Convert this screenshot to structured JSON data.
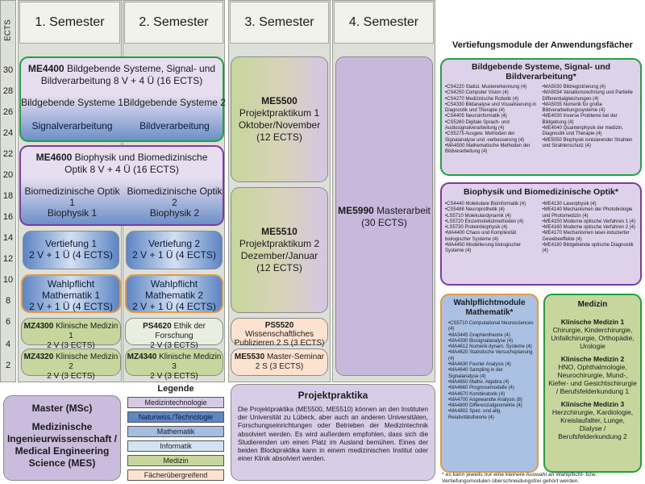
{
  "header": {
    "ects_label": "ECTS",
    "semesters": [
      "1. Semester",
      "2. Semester",
      "3. Semester",
      "4. Semester"
    ]
  },
  "ects_ticks": [
    "30",
    "28",
    "26",
    "24",
    "22",
    "20",
    "18",
    "16",
    "14",
    "12",
    "10",
    "8",
    "6",
    "4",
    "2"
  ],
  "modules": {
    "me4400": {
      "code": "ME4400",
      "title": "Bildgebende Systeme, Signal- und Bildverarbeitung 8 V + 4 Ü (16 ECTS)",
      "sub1_l": "Bildgebende Systeme 1",
      "sub1_r": "Bildgebende Systeme 2",
      "sub2_l": "Signalverarbeitung",
      "sub2_r": "Bildverarbeitung"
    },
    "me4600": {
      "code": "ME4600",
      "title": "Biophysik und Biomedizinische Optik 8 V + 4 Ü (16 ECTS)",
      "sub1_l": "Biomedizinische Optik 1",
      "sub1_r": "Biomedizinische Optik 2",
      "sub2_l": "Biophysik 1",
      "sub2_r": "Biophysik 2"
    },
    "vertiefung1": {
      "title": "Vertiefung 1",
      "detail": "2 V + 1 Ü (4 ECTS)"
    },
    "vertiefung2": {
      "title": "Vertiefung 2",
      "detail": "2 V + 1 Ü (4 ECTS)"
    },
    "wahlpflicht1": {
      "title": "Wahlpflicht Mathematik 1",
      "detail": "2 V + 1 Ü (4 ECTS)"
    },
    "wahlpflicht2": {
      "title": "Wahlpflicht Mathematik 2",
      "detail": "2 V + 1 Ü (4 ECTS)"
    },
    "mz4300": {
      "code": "MZ4300",
      "title": "Klinische Medizin 1",
      "detail": "2 V (3 ECTS)"
    },
    "ps4620": {
      "code": "PS4620",
      "title": "Ethik der Forschung",
      "detail": "2 V (3 ECTS)"
    },
    "mz4320": {
      "code": "MZ4320",
      "title": "Klinische Medizin 2",
      "detail": "2 V (3 ECTS)"
    },
    "mz4340": {
      "code": "MZ4340",
      "title": "Klinische Medizin 3",
      "detail": "2 V (3 ECTS)"
    },
    "me5500": {
      "code": "ME5500",
      "line1": "Projektpraktikum 1",
      "line2": "Oktober/November",
      "line3": "(12 ECTS)"
    },
    "me5510": {
      "code": "ME5510",
      "line1": "Projektpraktikum 2",
      "line2": "Dezember/Januar",
      "line3": "(12 ECTS)"
    },
    "ps5520": {
      "code": "PS5520",
      "title": "Wissenschaftliches Publizieren",
      "detail": "2 S (3 ECTS)"
    },
    "me5530": {
      "code": "ME5530",
      "title": "Master-Seminar",
      "detail": "2 S (3 ECTS)"
    },
    "me5990": {
      "code": "ME5990",
      "title": "Masterarbeit",
      "detail": "(30 ECTS)"
    }
  },
  "master": {
    "title": "Master (MSc)",
    "line1": "Medizinische",
    "line2": "Ingenieurwissenschaft /",
    "line3": "Medical Engineering",
    "line4": "Science (MES)"
  },
  "legend": {
    "title": "Legende",
    "items": [
      "Medizintechnologie",
      "Naturwiss./Technologie",
      "Mathematik",
      "Informatik",
      "Medizin",
      "Fächerübergreifend"
    ]
  },
  "projekt": {
    "title": "Projektpraktika",
    "text": "Die Projektpraktika (ME5500, ME5510) können an den Instituten der Universität zu Lübeck, aber auch an anderen Universitäten, Forschungseinrichtungen oder Betrieben der Medizintechnik absolviert werden. Es wird außerdem empfohlen, dass sich die Studierenden um einen Platz im Ausland bemühen. Eines der beiden Blockpraktika kann in einem medizinischen Institut oder einer Klinik absolviert werden."
  },
  "right": {
    "title": "Vertiefungsmodule der Anwendungsfächer",
    "bildgebend": {
      "title": "Bildgebende Systeme, Signal- und Bildverarbeitung*",
      "left": [
        "•CS4220 Statist. Mustererkennung (4)",
        "•CS4250 Computer Vision (4)",
        "•CS4270 Medizinische Robotik (4)",
        "•CS4330 Bildanalyse und Visualisierung in Diagnostik und Therapie (4)",
        "•CS4405 Neuroinformatik (4)",
        "•CS5260 Digitale Sprach- und Audiosignalverarbeitung (4)",
        "•CS5275 Ausgew. Methoden der Signalanalyse und -verbesserung (4)",
        "•MA4500 Mathematische Methoden der Bildverarbeitung (4)"
      ],
      "right": [
        "•MA5030 Bildregistrierung (4)",
        "•MA5034 Variationsrechnung und Partielle Differentialgleichungen (4)",
        "•MA5035 Numerik für große Bildverarbeitungssysteme (4)",
        "•ME4030 Inverse Probleme bei der Bildgebung (4)",
        "•ME4040 Quantenphysik der medizin. Diagnostik und Therapie (4)",
        "•ME5050 Biophysik ionisierender Strahlen und Strahlenschutz (4)"
      ]
    },
    "biophysik": {
      "title": "Biophysik und Biomedizinische Optik*",
      "left": [
        "•CS4440 Molekulare Bioinformatik (4)",
        "•CS5488 Neuroprothetik (4)",
        "•LS5710 Molekulardynamik (4)",
        "•LS5720 Einzelmolekülmethoden (4)",
        "•LS5730 Proteinbiophysik (4)",
        "•MA4400 Chaos und Komplexität biologischer Systeme (4)",
        "•MA4450 Modellierung biologischer Systeme (4)"
      ],
      "right": [
        "•ME4130 Laserphysik (4)",
        "•ME4140 Mechanismen der Photobiologie und Photomedizin (4)",
        "•ME4150 Moderne optische Verfahren 1 (4)",
        "•ME4160 Moderne optische Verfahren 2 (4)",
        "•ME4170 Mechanismen laser-induzierter Gewebeeffekte (4)",
        "•ME4180 Bildgebende optische Diagnostik (4)"
      ]
    },
    "wahlpflicht": {
      "title": "Wahlpflichtmodule Mathematik*",
      "items": [
        "•CS5710 Computational Neurosciences (4)",
        "•MA3445 Graphentheorie (4)",
        "•MA4330 Biosignalanalyse (4)",
        "•MA4612 Numerik dynam. Systeme (4)",
        "•MA4620 Statistische Versuchsplanung (4)",
        "•MA4630 Fourier Analysis (4)",
        "•MA4640 Sampling in der Signalanalyse (4)",
        "•MA4650 Mathe. Algebra (4)",
        "•MA4660 Prognosemodelle (4)",
        "•MA4670 Kombinatorik (4)",
        "•MA4700 Angewandte Analysis (8)",
        "•MA4800 Differenzialgeometrie (4)",
        "•MA4802 Spez. und allg. Relativitätstheorie (4)"
      ]
    },
    "medizin": {
      "title": "Medizin",
      "k1_title": "Klinische Medizin 1",
      "k1_text": "Chirurgie, Kinderchirurgie, Unfallchirurgie, Orthopädie, Urologie",
      "k2_title": "Klinische Medizin 2",
      "k2_text": "HNO, Ophthalmologie, Neurochirurgie, Mund-, Kiefer- und Gesichtschirurgie / Berufsfelderkundung 1",
      "k3_title": "Klinische Medizin 3",
      "k3_text": "Herzchirurgie, Kardiologie, Kreislaufalter, Lunge, Dialyse / Berufsfelderkundung 2"
    },
    "footnote": "* es kann jeweils nur eine kleinere Auswahl an Wahlpflicht- bzw. Vertiefungsmodulen überschneidungsfrei gehört werden."
  },
  "colors": {
    "green": "#1ea23d",
    "purple": "#7f3aa2",
    "orange": "#e39a40",
    "blue": "#5a82c0",
    "lightgreen": "#c6d69c",
    "peach": "#fde3cf"
  }
}
